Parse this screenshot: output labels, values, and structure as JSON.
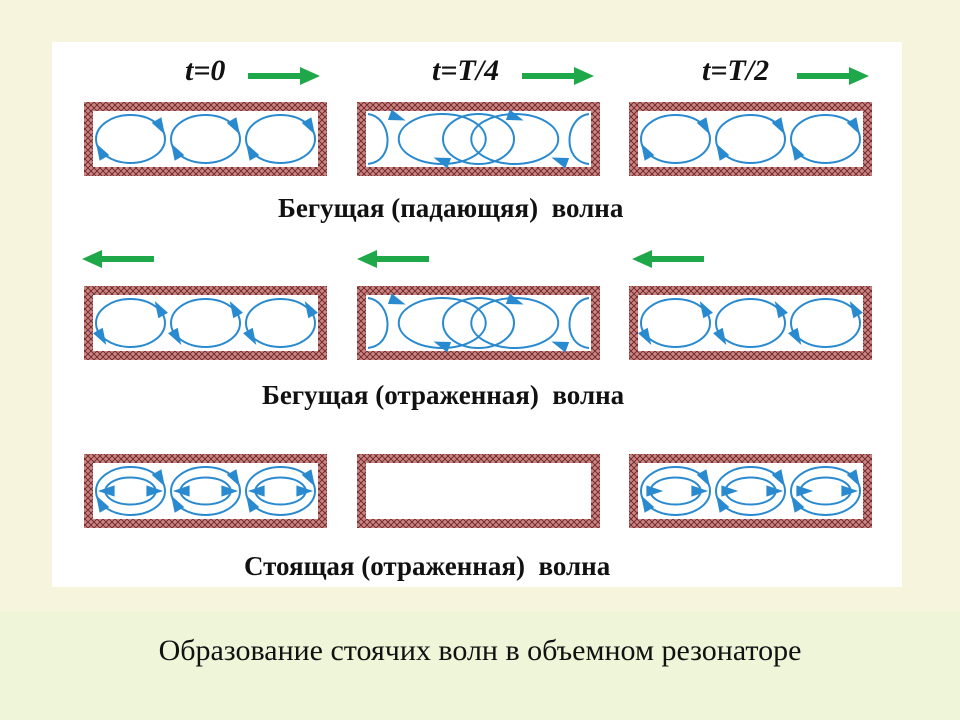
{
  "figure": {
    "time_labels": [
      "t=0",
      "t=T/4",
      "t=T/2"
    ],
    "rows": [
      {
        "direction": "right",
        "caption": "Бегущая (падающяя)  волна",
        "mode": "loops"
      },
      {
        "direction": "left",
        "caption": "Бегущая (отраженная)  волна",
        "mode": "loops"
      },
      {
        "direction": "none",
        "caption": "Стоящая (отраженная)  волна",
        "mode": "standing"
      }
    ],
    "colors": {
      "wall": "#c87a7a",
      "wall_hatch": "#7a2a2a",
      "field_line": "#2a8ad0",
      "arrow": "#1fa84a"
    }
  },
  "caption": "Образование стоячих волн в объемном резонаторе"
}
